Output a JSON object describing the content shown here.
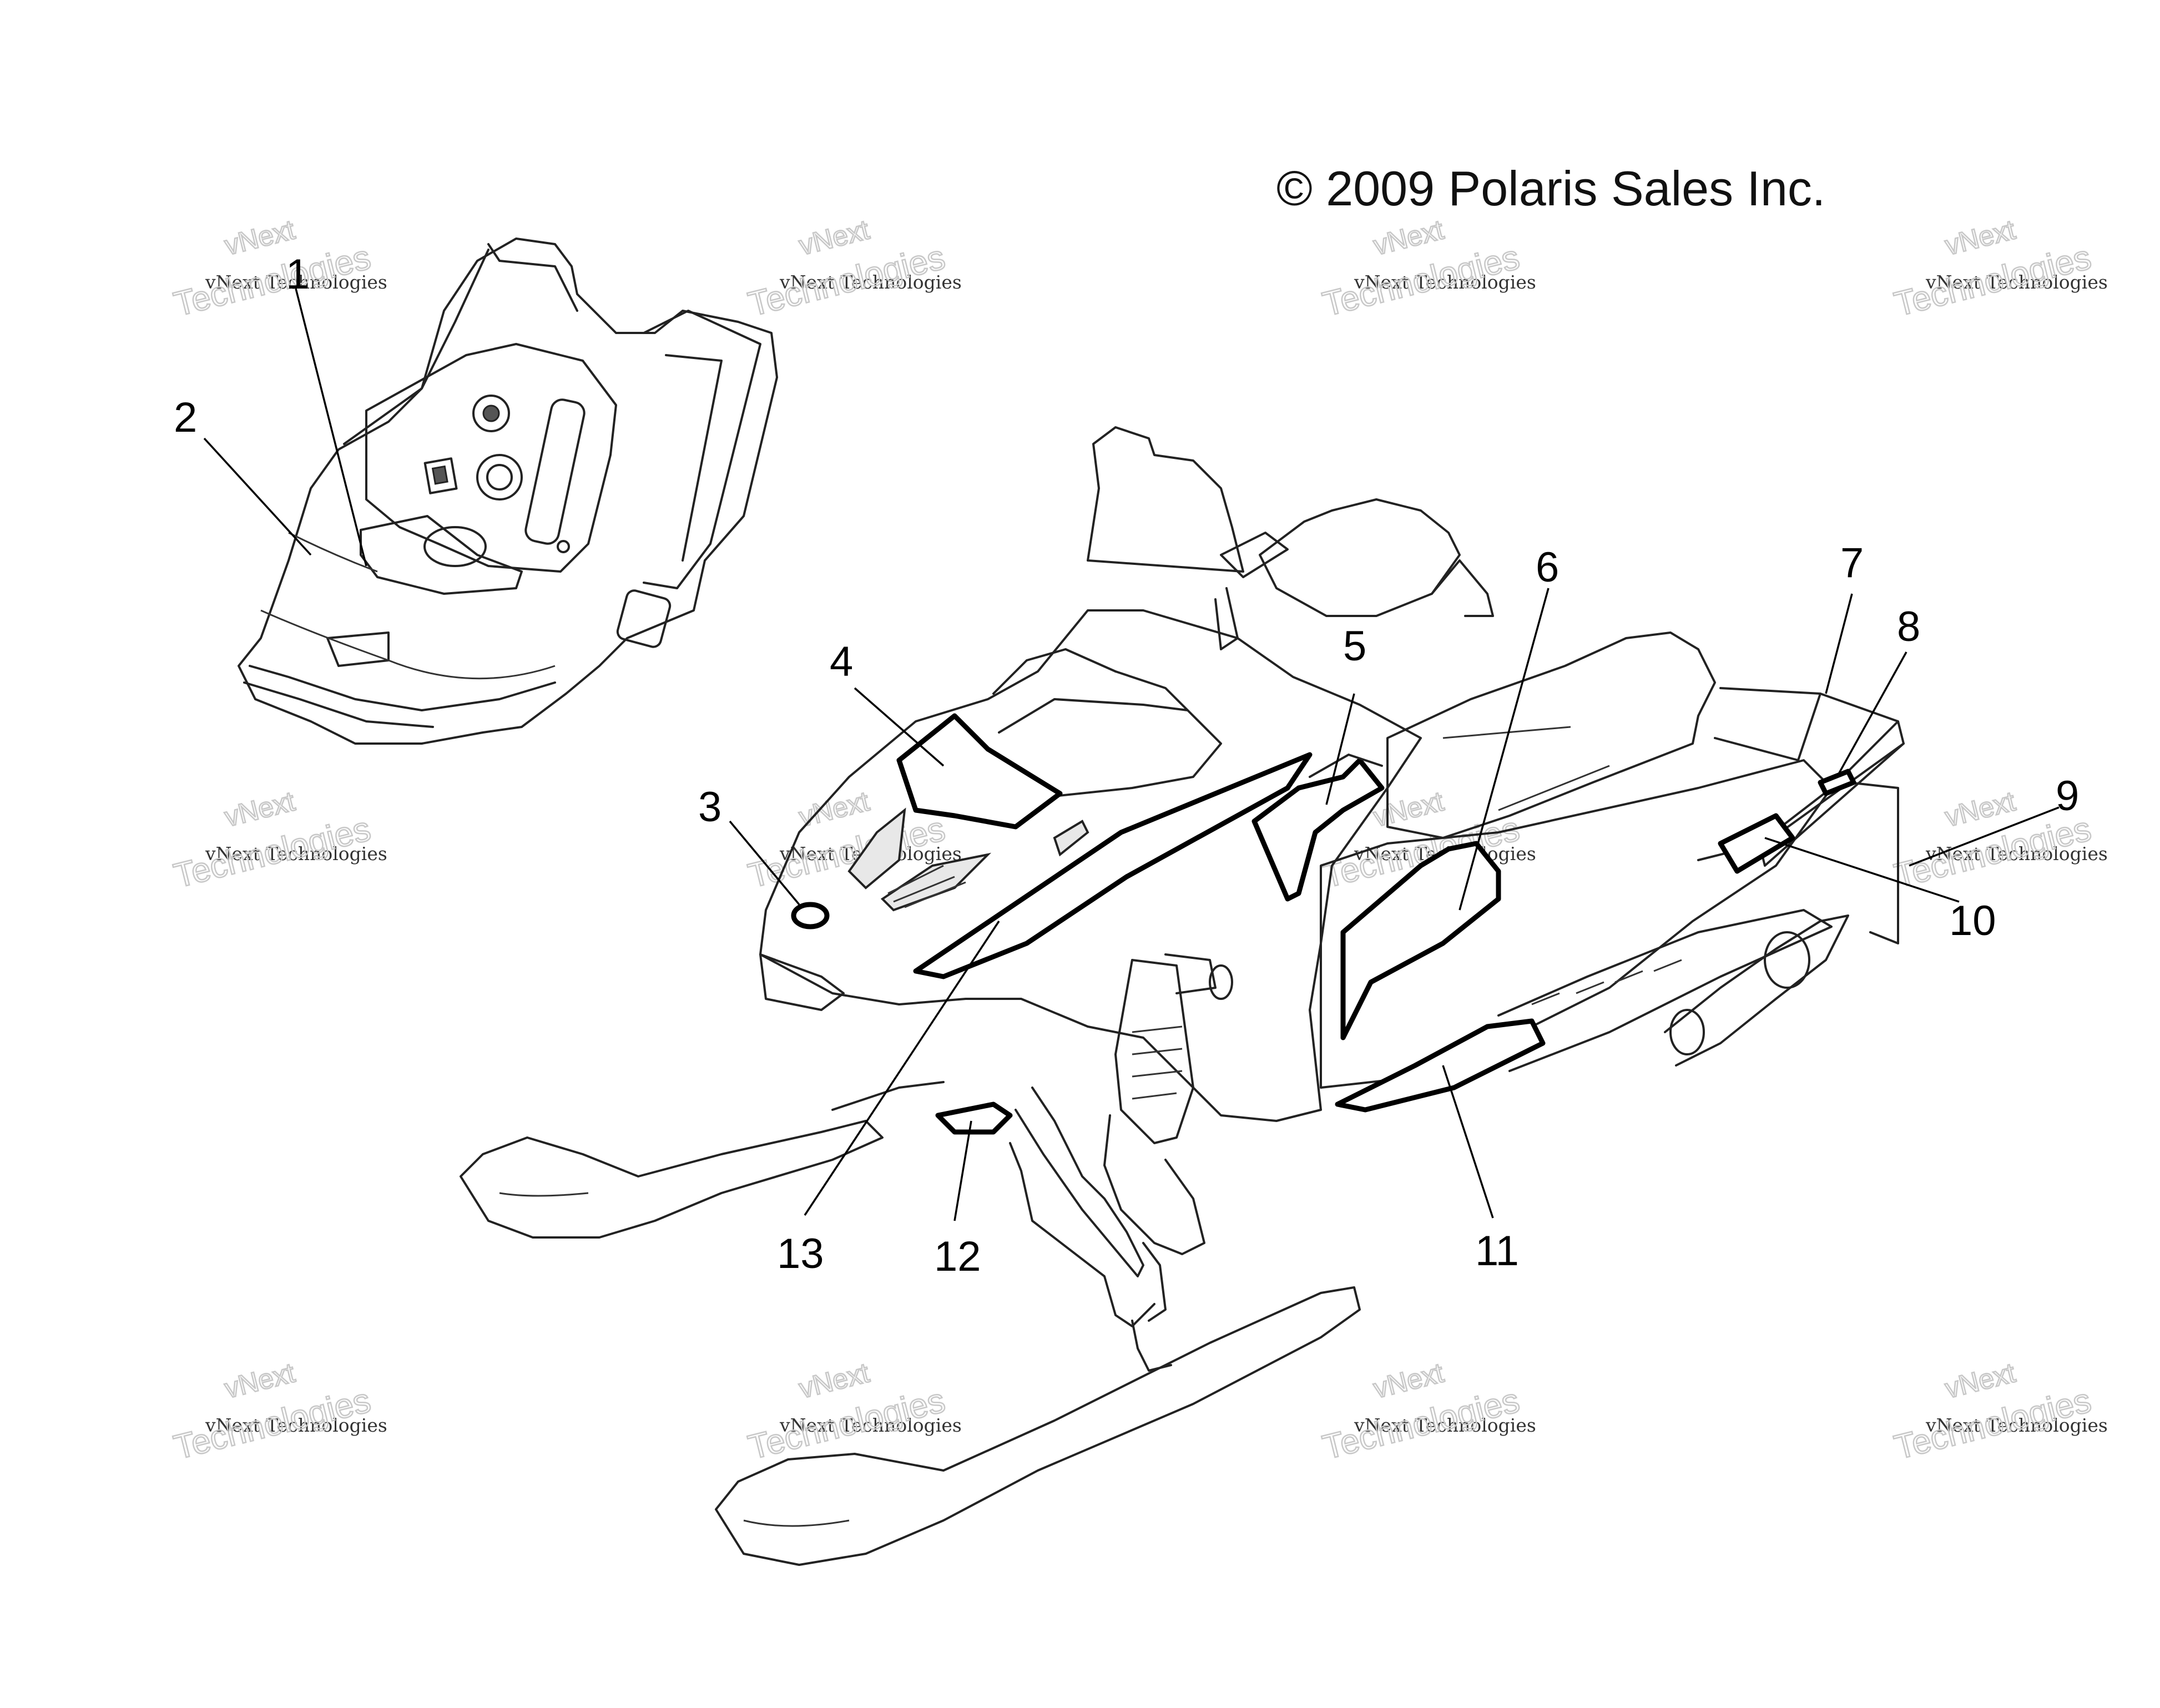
{
  "copyright": "© 2009 Polaris Sales Inc.",
  "watermark": {
    "company": "vNext Technologies",
    "brand": "vNext",
    "word": "Technologies"
  },
  "callouts": [
    "1",
    "2",
    "3",
    "4",
    "5",
    "6",
    "7",
    "8",
    "9",
    "10",
    "11",
    "12",
    "13"
  ]
}
